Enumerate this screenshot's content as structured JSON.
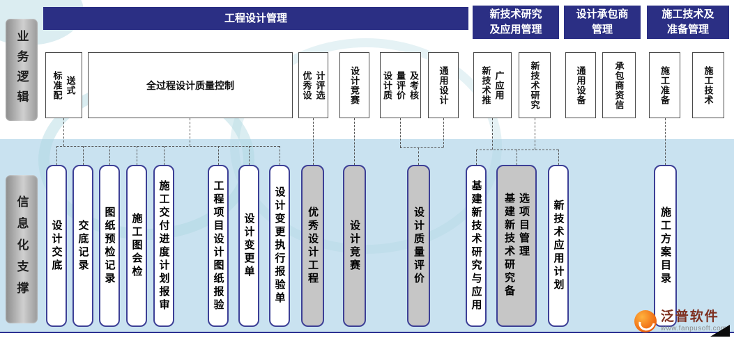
{
  "side_labels": {
    "top": "业务逻辑",
    "bottom": "信息化支撑"
  },
  "headers": [
    {
      "lines": [
        "工程设计管理"
      ]
    },
    {
      "lines": [
        "新技术研究",
        "及应用管理"
      ]
    },
    {
      "lines": [
        "设计承包商",
        "管理"
      ]
    },
    {
      "lines": [
        "施工技术及",
        "准备管理"
      ]
    }
  ],
  "logic_boxes": [
    {
      "label": "标准配送式"
    },
    {
      "label": "全过程设计质量控制"
    },
    {
      "label": "优秀设计评选"
    },
    {
      "label": "设计竞赛"
    },
    {
      "label": "设计质量评价及考核"
    },
    {
      "label": "通用设计"
    },
    {
      "label": "新技术推广应用"
    },
    {
      "label": "新技术研究"
    },
    {
      "label": "通用设备"
    },
    {
      "label": "承包商资信"
    },
    {
      "label": "施工准备"
    },
    {
      "label": "施工技术"
    }
  ],
  "support_boxes": [
    {
      "label": "设计交底",
      "gray": false
    },
    {
      "label": "交底记录",
      "gray": false
    },
    {
      "label": "图纸预检记录",
      "gray": false
    },
    {
      "label": "施工图会检",
      "gray": false
    },
    {
      "label": "施工交付进度计划报审",
      "gray": false
    },
    {
      "label": "工程项目设计图纸报验",
      "gray": false
    },
    {
      "label": "设计变更单",
      "gray": false
    },
    {
      "label": "设计变更执行报验单",
      "gray": false
    },
    {
      "label": "优秀设计工程",
      "gray": true
    },
    {
      "label": "设计竞赛",
      "gray": true
    },
    {
      "label": "设计质量评价",
      "gray": true
    },
    {
      "label": "基建新技术研究与应用",
      "gray": false
    },
    {
      "label": "基建新技术研究备选项目管理",
      "gray": true
    },
    {
      "label": "新技术应用计划",
      "gray": false
    },
    {
      "label": "施工方案目录",
      "gray": false
    }
  ],
  "watermark": {
    "brand": "泛普软件",
    "url": "www.fanpusoft.com"
  },
  "colors": {
    "header_bg": "#2B2F84",
    "band": "#C9E2F0",
    "gray_fill": "#C6C6C6",
    "box_border": "#3C3F96",
    "logo_orange": "#EF6A12",
    "brand_text": "#7E2F1F"
  }
}
